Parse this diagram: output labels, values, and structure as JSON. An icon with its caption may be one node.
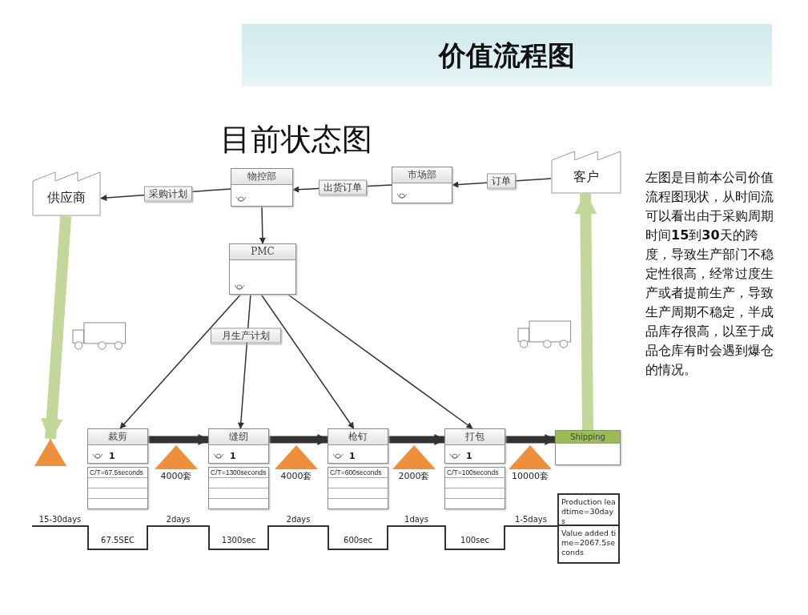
{
  "diagram": {
    "title": "价值流程图",
    "nodes": [
      {
        "text": [
          "供应商"
        ]
      },
      {
        "text": [
          "物控部"
        ]
      },
      {
        "text": [
          "市场部"
        ]
      },
      {
        "text": [
          "客户"
        ]
      },
      {
        "text": [
          "PMC"
        ]
      },
      {
        "text": [
          "裁剪",
          "1",
          "C/T=67.5seconds"
        ]
      },
      {
        "text": [
          "缝纫",
          "1",
          "C/T=1300seconds"
        ]
      },
      {
        "text": [
          "枪钉",
          "1",
          "C/T=600seconds"
        ]
      },
      {
        "text": [
          "打包",
          "1",
          "C/T=100seconds"
        ]
      },
      {
        "text": [
          "Shipping"
        ]
      },
      {
        "text": [],
        "shape": "triangle"
      },
      {
        "text": [],
        "shape": "triangle",
        "beside": [
          "4000套"
        ]
      },
      {
        "text": [],
        "shape": "triangle",
        "beside": [
          "4000套"
        ]
      },
      {
        "text": [],
        "shape": "triangle",
        "beside": [
          "2000套"
        ]
      },
      {
        "text": [],
        "shape": "triangle",
        "beside": [
          "10000套"
        ]
      },
      {
        "text": [],
        "shape": "truck"
      },
      {
        "text": [],
        "shape": "truck"
      },
      {
        "text": [
          "Production leadtime=30days",
          "Value added time=2067.5seconds"
        ]
      }
    ],
    "edges": [
      {
        "from": 3,
        "to": 2,
        "arrow": "to",
        "label": "订单"
      },
      {
        "from": 2,
        "to": 1,
        "arrow": "to",
        "label": "出货订单"
      },
      {
        "from": 1,
        "to": 0,
        "arrow": "to",
        "label": "采购计划"
      },
      {
        "from": 1,
        "to": 4,
        "arrow": "to"
      },
      {
        "from": 4,
        "to": 5,
        "arrow": "to"
      },
      {
        "from": 4,
        "to": 6,
        "arrow": "to",
        "label": "月生产计划"
      },
      {
        "from": 4,
        "to": 7,
        "arrow": "to"
      },
      {
        "from": 4,
        "to": 8,
        "arrow": "to"
      },
      {
        "from": 0,
        "to": 10,
        "arrow": "to",
        "style": "thick",
        "color": "#c4d79b"
      },
      {
        "from": 5,
        "to": 6,
        "arrow": "to",
        "style": "thick"
      },
      {
        "from": 6,
        "to": 7,
        "arrow": "to",
        "style": "thick"
      },
      {
        "from": 7,
        "to": 8,
        "arrow": "to",
        "style": "thick"
      },
      {
        "from": 8,
        "to": 9,
        "arrow": "to",
        "style": "thick"
      },
      {
        "from": 9,
        "to": 3,
        "arrow": "to",
        "style": "thick",
        "color": "#c4d79b"
      }
    ],
    "labels": [
      "目前状态图",
      "左图是目前本公司价值流程图现状，从时间流可以看出由于采购周期时间**15**到**30**天的跨度，导致生产部门不稳定性很高，经常过度生产或者提前生产，导致生产周期不稳定，半成品库存很高，以至于成品仓库有时会遇到爆仓的情况。",
      "15-30days",
      "67.5SEC",
      "2days",
      "1300sec",
      "2days",
      "600sec",
      "1days",
      "100sec",
      "1-5days"
    ]
  }
}
